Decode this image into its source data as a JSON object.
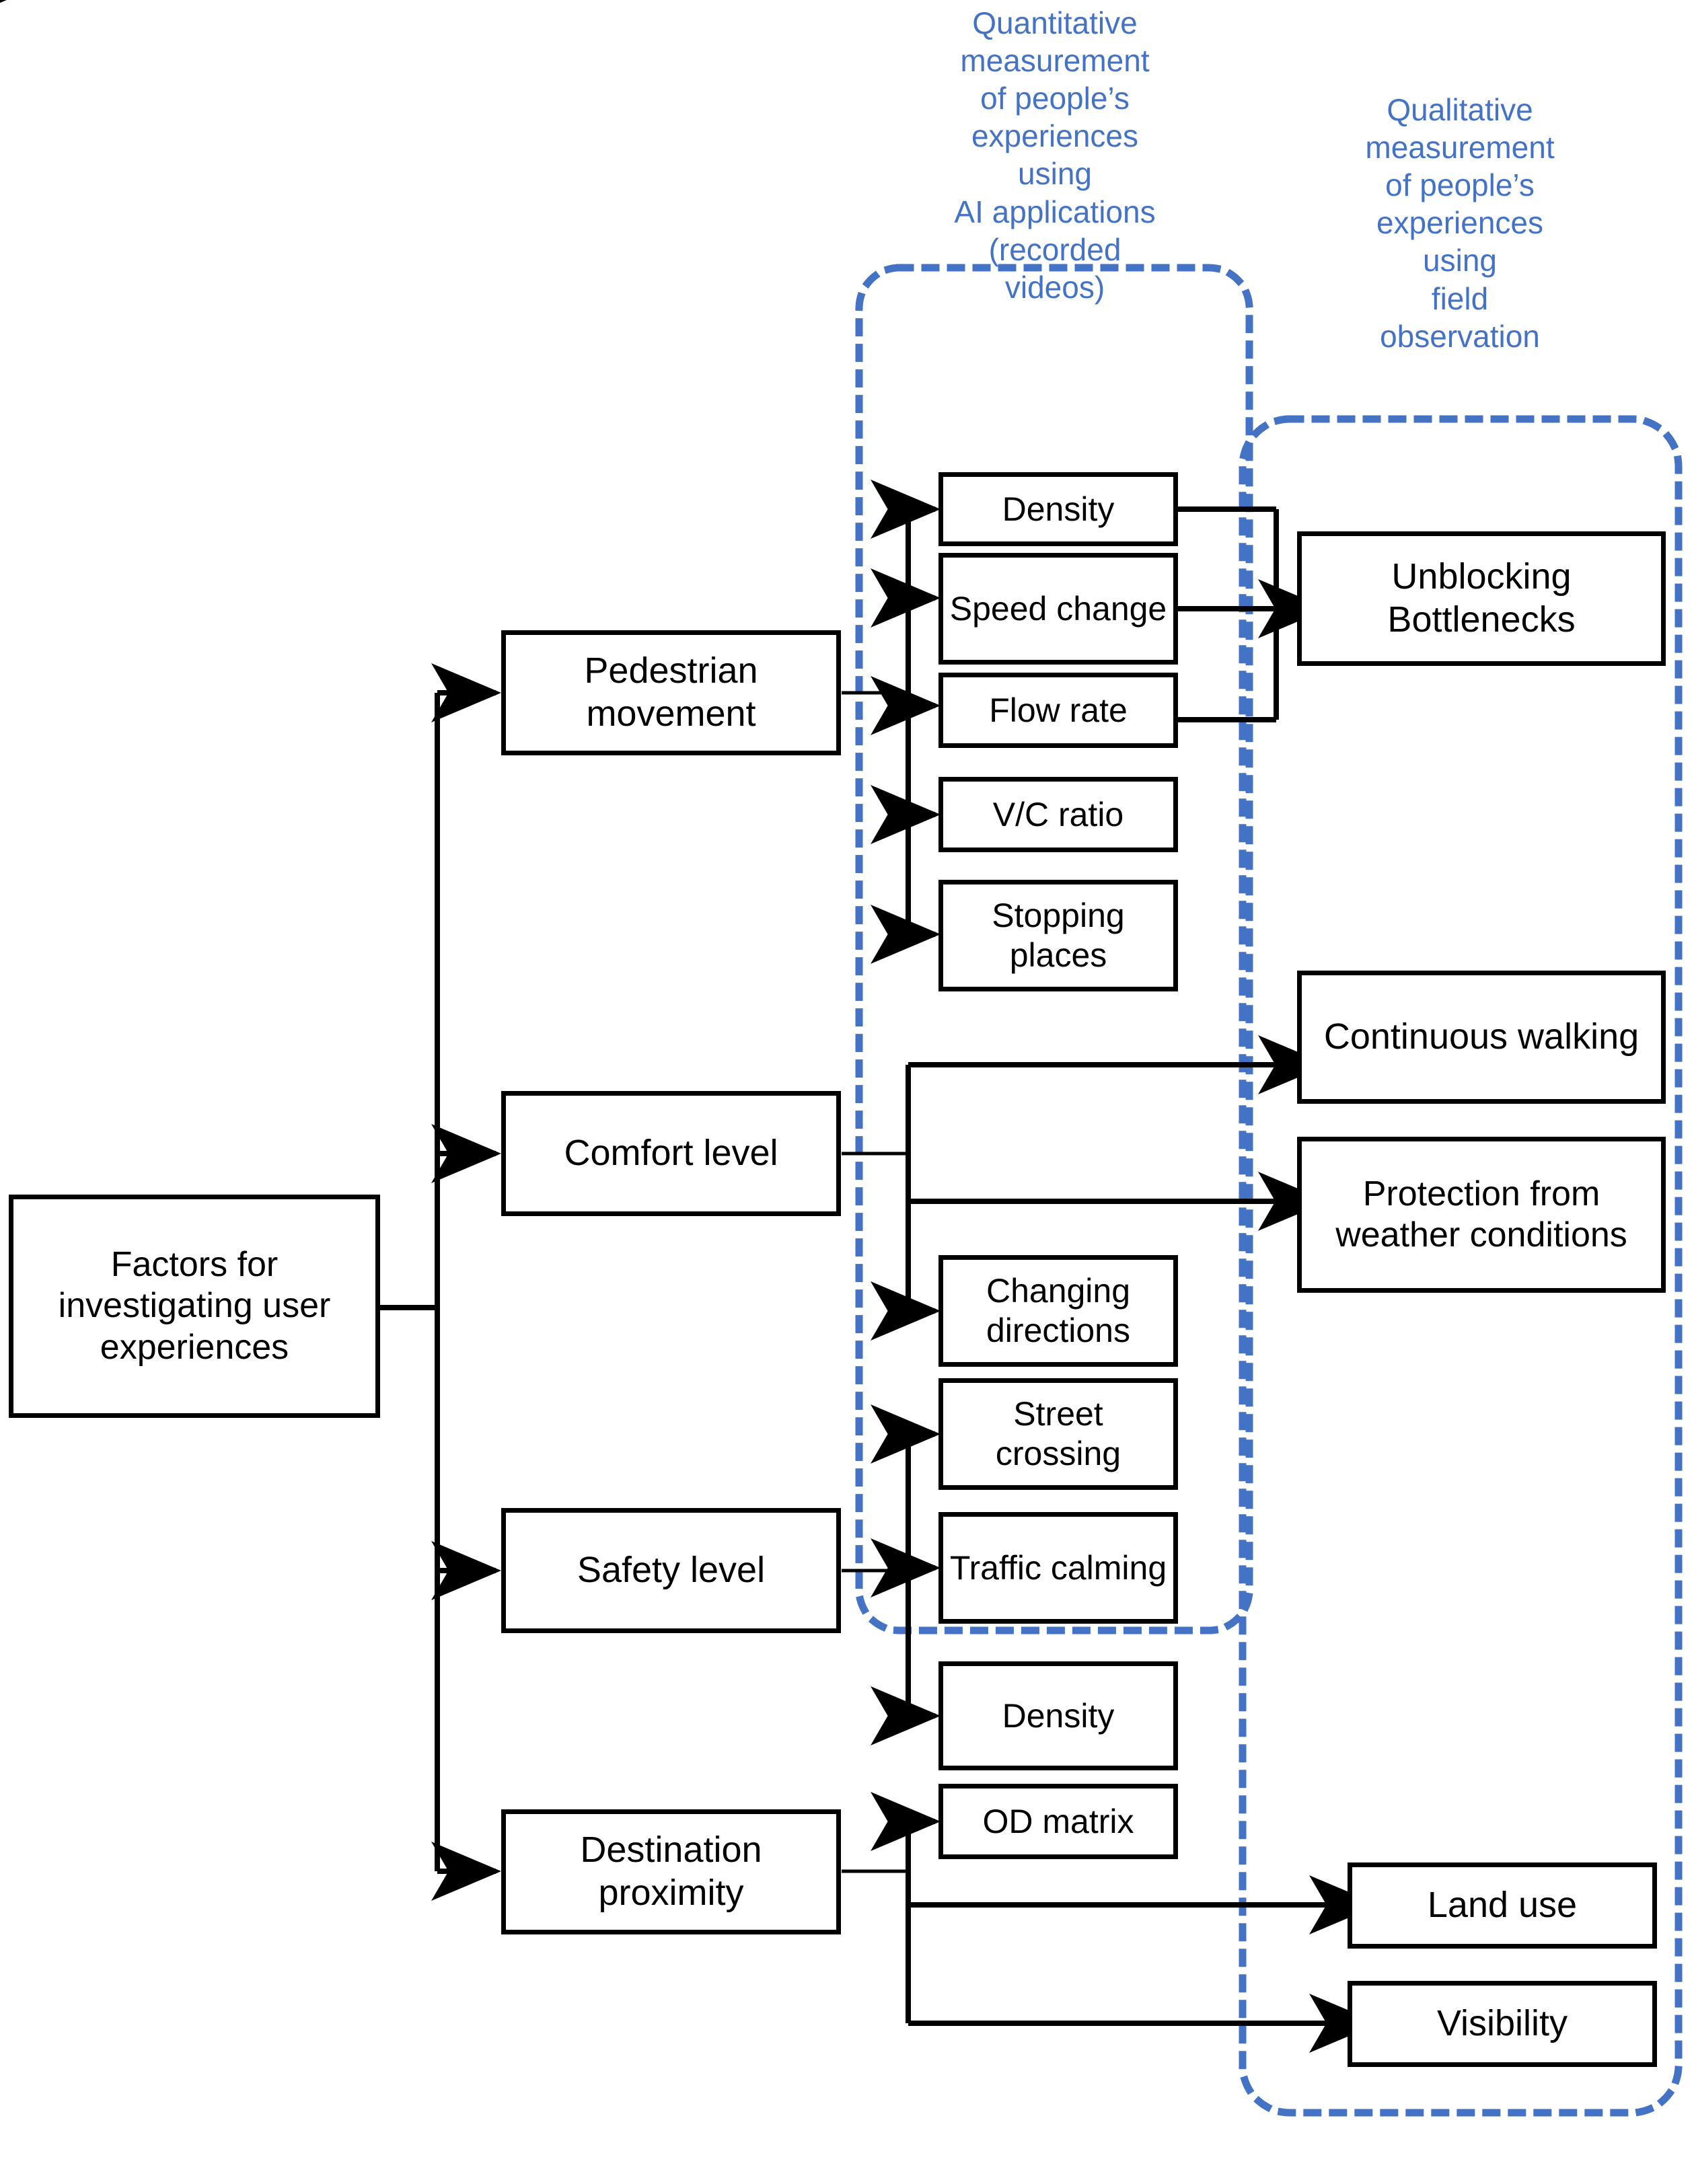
{
  "diagram": {
    "title": "Factors for investigating user experiences framework",
    "accent_blue": "#4472C4",
    "line_color": "#000000",
    "background": "#FFFFFF"
  },
  "groups": [
    {
      "id": "quantitative",
      "label": "Quantitative measurement of people’s experiences using AI applications (recorded videos)",
      "lines": [
        "Quantitative",
        "measurement",
        "of people’s",
        "experiences",
        "using",
        "AI applications",
        "(recorded",
        "videos)"
      ],
      "color": "#4472C4"
    },
    {
      "id": "qualitative",
      "label": "Qualitative measurement of people’s experiences using field observation",
      "lines": [
        "Qualitative",
        "measurement",
        "of people’s",
        "experiences",
        "using",
        "field",
        "observation"
      ],
      "color": "#4472C4"
    }
  ],
  "root": {
    "label": "Factors for investigating user experiences"
  },
  "factors": [
    {
      "id": "pedestrian-movement",
      "label": "Pedestrian movement"
    },
    {
      "id": "comfort-level",
      "label": "Comfort level"
    },
    {
      "id": "safety-level",
      "label": "Safety level"
    },
    {
      "id": "destination-proximity",
      "label": "Destination proximity"
    }
  ],
  "quantitative_measures": [
    {
      "id": "density-1",
      "label": "Density",
      "parent": "pedestrian-movement"
    },
    {
      "id": "speed-change",
      "label": "Speed change",
      "parent": "pedestrian-movement"
    },
    {
      "id": "flow-rate",
      "label": "Flow rate",
      "parent": "pedestrian-movement"
    },
    {
      "id": "vc-ratio",
      "label": "V/C ratio",
      "parent": "pedestrian-movement"
    },
    {
      "id": "stopping-places",
      "label": "Stopping places",
      "parent": "pedestrian-movement"
    },
    {
      "id": "changing-directions",
      "label": "Changing directions",
      "parent": "comfort-level"
    },
    {
      "id": "street-crossing",
      "label": "Street crossing",
      "parent": "safety-level"
    },
    {
      "id": "traffic-calming",
      "label": "Traffic calming",
      "parent": "safety-level"
    },
    {
      "id": "density-2",
      "label": "Density",
      "parent": "safety-level"
    },
    {
      "id": "od-matrix",
      "label": "OD matrix",
      "parent": "destination-proximity"
    }
  ],
  "qualitative_outcomes": [
    {
      "id": "unblocking-bottlenecks",
      "label": "Unblocking Bottlenecks"
    },
    {
      "id": "continuous-walking",
      "label": "Continuous walking"
    },
    {
      "id": "protection-from-weather",
      "label": "Protection from weather conditions"
    },
    {
      "id": "land-use",
      "label": "Land use"
    },
    {
      "id": "visibility",
      "label": "Visibility"
    }
  ]
}
